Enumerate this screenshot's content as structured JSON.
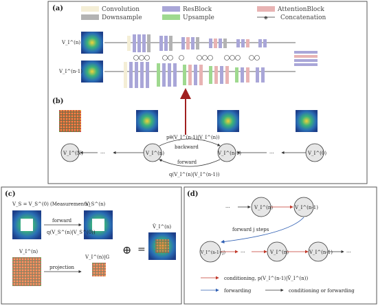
{
  "panels": {
    "a": "(a)",
    "b": "(b)",
    "c": "(c)",
    "d": "(d)"
  },
  "legend": [
    {
      "label": "Convolution",
      "color": "#f4eed6"
    },
    {
      "label": "ResBlock",
      "color": "#a9a6d8"
    },
    {
      "label": "AttentionBlock",
      "color": "#e8b3b3"
    },
    {
      "label": "Downsample",
      "color": "#b3b3b3"
    },
    {
      "label": "Upsample",
      "color": "#9fd98f"
    },
    {
      "label": "Concatenation",
      "symbol": "⊕"
    }
  ],
  "net_inputs": {
    "top": "V_I^(n)",
    "bottom": "V_I^(n-1)"
  },
  "chain_b": {
    "nodes": [
      "V_I^(N)",
      "V_I^(n)",
      "V_I^(n-1)",
      "V_I^(0)"
    ],
    "dots": "···",
    "backward_label": "backward",
    "backward_eq": "pθ(V_I^(n-1)|V_I^(n))",
    "forward_label": "forward",
    "forward_eq": "q(V_I^(n)|V_I^(n-1))"
  },
  "panel_c": {
    "meas_label": "V_S = V_S^(0) (Measurements)",
    "vs_n": "V_S^(n)",
    "forward_label": "forward",
    "forward_eq": "q(V_S^(n)|V_S^(0))",
    "vi_n": "V_I^(n)",
    "projection_label": "projection",
    "vi_g": "V_I^(n)|G",
    "plus": "⊕",
    "equals": "=",
    "result": "V̂_I^(n)"
  },
  "panel_d": {
    "top_nodes": [
      "V_I^(n)",
      "V_I^(n-1)"
    ],
    "forward_steps": "forward j steps",
    "bottom_nodes": [
      "V_I^(n-1+j)",
      "V_I^(n)",
      "V_I^(n-1)"
    ],
    "dots": "···",
    "legend_red": "conditioning, p(V_I^(n-1)|V̂_I^(n))",
    "legend_blue": "forwarding",
    "legend_black": "conditioning or forwarding"
  }
}
